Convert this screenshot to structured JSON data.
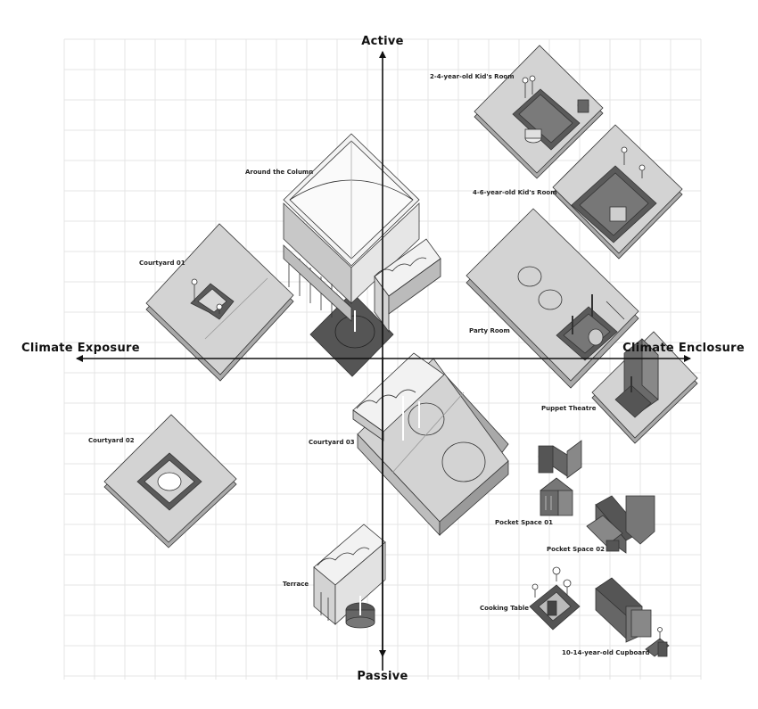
{
  "axes": {
    "top": "Active",
    "bottom": "Passive",
    "left": "Climate Exposure",
    "right": "Climate Enclosure"
  },
  "items": [
    {
      "id": "kid-2-4",
      "label": "2-4-year-old Kid's Room"
    },
    {
      "id": "kid-4-6",
      "label": "4-6-year-old Kid's Room"
    },
    {
      "id": "around-column",
      "label": "Around the Column"
    },
    {
      "id": "courtyard-01",
      "label": "Courtyard 01"
    },
    {
      "id": "party-room",
      "label": "Party Room"
    },
    {
      "id": "puppet-theatre",
      "label": "Puppet Theatre"
    },
    {
      "id": "courtyard-02",
      "label": "Courtyard 02"
    },
    {
      "id": "courtyard-03",
      "label": "Courtyard 03"
    },
    {
      "id": "pocket-space-01",
      "label": "Pocket Space 01"
    },
    {
      "id": "pocket-space-02",
      "label": "Pocket Space 02"
    },
    {
      "id": "terrace",
      "label": "Terrace"
    },
    {
      "id": "cooking-table",
      "label": "Cooking Table"
    },
    {
      "id": "cupboard",
      "label": "10-14-year-old Cupboard"
    }
  ],
  "colors": {
    "grid": "#e4e4e4",
    "slab_top": "#d3d3d3",
    "slab_side": "#a9a9a9",
    "wall_dark": "#555555",
    "roof": "#f2f2f2",
    "axis": "#111111"
  }
}
